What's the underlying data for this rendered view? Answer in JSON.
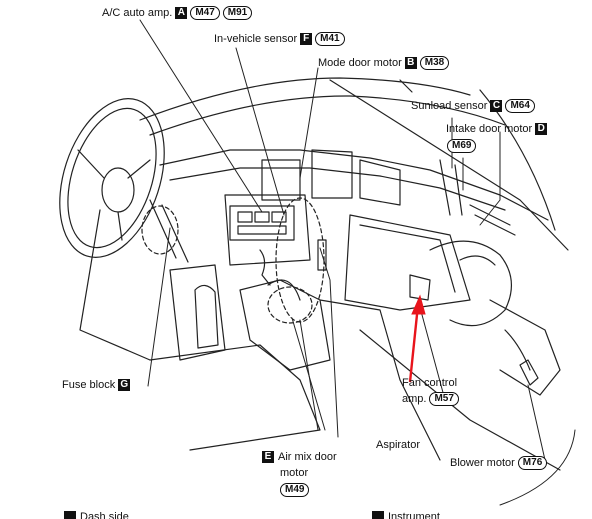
{
  "labels": {
    "ac_auto_amp": {
      "text": "A/C auto amp.",
      "letter": "A",
      "connectors": [
        "M47",
        "M91"
      ]
    },
    "in_vehicle_sensor": {
      "text": "In-vehicle sensor",
      "letter": "F",
      "connectors": [
        "M41"
      ]
    },
    "mode_door_motor": {
      "text": "Mode door motor",
      "letter": "B",
      "connectors": [
        "M38"
      ]
    },
    "sunload_sensor": {
      "text": "Sunload sensor",
      "letter": "C",
      "connectors": [
        "M64"
      ]
    },
    "intake_door_motor": {
      "text": "Intake door motor",
      "letter": "D",
      "connectors": [
        "M69"
      ]
    },
    "fuse_block": {
      "text": "Fuse block",
      "letter": "G"
    },
    "fan_control_amp": {
      "text_line1": "Fan control",
      "text_line2": "amp.",
      "connectors": [
        "M57"
      ]
    },
    "aspirator": {
      "text": "Aspirator"
    },
    "air_mix_door_motor": {
      "letter": "E",
      "text_line1": "Air mix door",
      "text_line2": "motor",
      "connectors": [
        "M49"
      ]
    },
    "blower_motor": {
      "text": "Blower motor",
      "connectors": [
        "M76"
      ]
    }
  },
  "bottom_cut_text": {
    "left": "Dash side",
    "right": "Instrument"
  },
  "colors": {
    "line": "#111111",
    "arrow": "#e8141c",
    "background": "#ffffff"
  }
}
